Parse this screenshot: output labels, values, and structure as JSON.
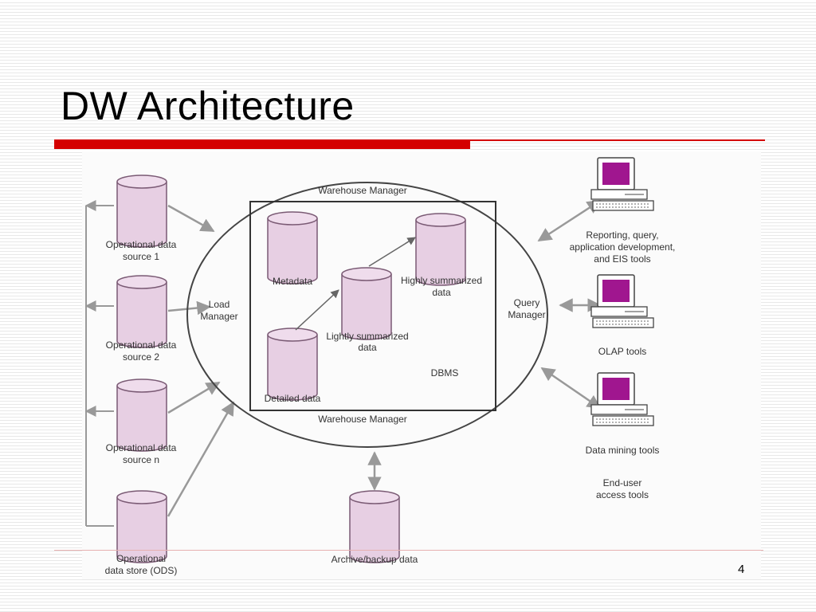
{
  "slide": {
    "title": "DW Architecture",
    "page_number": "4"
  },
  "diagram": {
    "sources": [
      {
        "line1": "Operational data",
        "line2": "source 1"
      },
      {
        "line1": "Operational data",
        "line2": "source 2"
      },
      {
        "line1": "Operational data",
        "line2": "source n"
      },
      {
        "line1": "Operational",
        "line2": "data store (ODS)"
      }
    ],
    "load_manager": {
      "line1": "Load",
      "line2": "Manager"
    },
    "query_manager": {
      "line1": "Query",
      "line2": "Manager"
    },
    "warehouse_manager_top": "Warehouse Manager",
    "warehouse_manager_bottom": "Warehouse Manager",
    "dbms": "DBMS",
    "stores": {
      "metadata": "Metadata",
      "detailed": "Detailed data",
      "lightly": {
        "line1": "Lightly summarized",
        "line2": "data"
      },
      "highly": {
        "line1": "Highly summarized",
        "line2": "data"
      }
    },
    "archive": "Archive/backup data",
    "tools": {
      "reporting": {
        "line1": "Reporting, query,",
        "line2": "application development,",
        "line3": "and EIS tools"
      },
      "olap": "OLAP tools",
      "data_mining": "Data mining tools",
      "end_user": {
        "line1": "End-user",
        "line2": "access tools"
      }
    },
    "colors": {
      "cylinder_fill": "#e7cfe3",
      "cylinder_stroke": "#7a5a74",
      "screen": "#a0168f",
      "line": "#555555",
      "arrow": "#999999"
    }
  }
}
